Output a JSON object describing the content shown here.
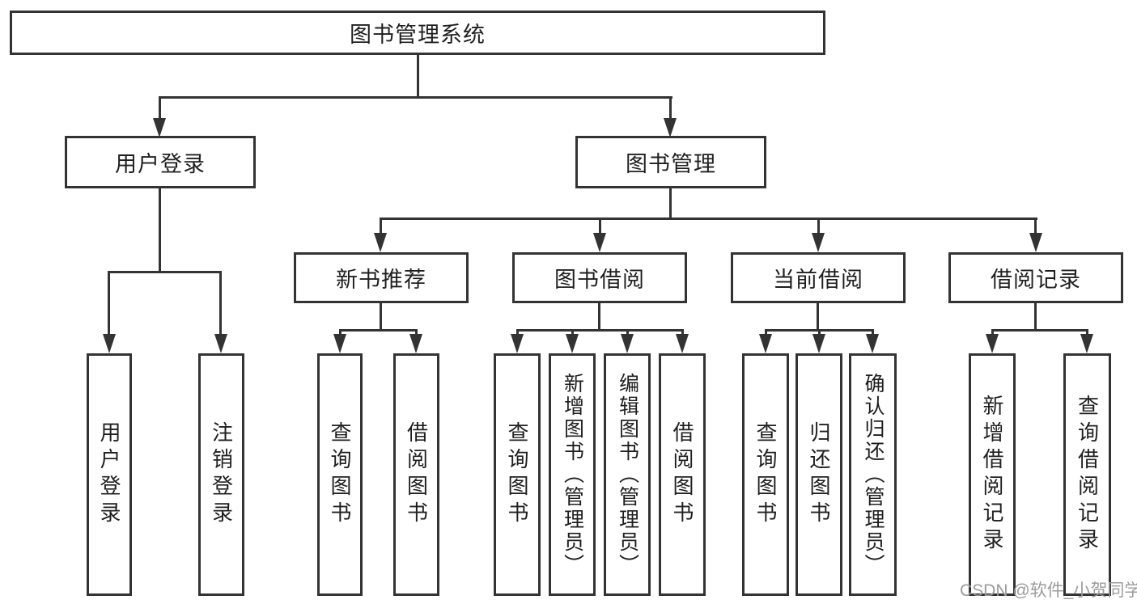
{
  "watermark": "CSDN @软件_小贺同学",
  "colors": {
    "line": "#333333",
    "box_border": "#333333",
    "box_bg": "#ffffff",
    "text": "#1f1f1f",
    "watermark_text": "#9c9c9c"
  },
  "diagram": {
    "type": "hierarchy",
    "title": "图书管理系统",
    "nodes": {
      "root": {
        "label": "图书管理系统"
      },
      "user_login": {
        "label": "用户登录"
      },
      "book_mgmt": {
        "label": "图书管理"
      },
      "user_login_leaf": {
        "label": "用户登录"
      },
      "logout_leaf": {
        "label": "注销登录"
      },
      "new_book_rec": {
        "label": "新书推荐"
      },
      "book_borrow": {
        "label": "图书借阅"
      },
      "current_borrow": {
        "label": "当前借阅"
      },
      "borrow_record": {
        "label": "借阅记录"
      },
      "rec_query_book": {
        "label": "查询图书"
      },
      "rec_borrow_book": {
        "label": "借阅图书"
      },
      "bb_query_book": {
        "label": "查询图书"
      },
      "bb_add_book": {
        "label": "新增图书（管理员）"
      },
      "bb_edit_book": {
        "label": "编辑图书（管理员）"
      },
      "bb_borrow_book": {
        "label": "借阅图书"
      },
      "cb_query_book": {
        "label": "查询图书"
      },
      "cb_return_book": {
        "label": "归还图书"
      },
      "cb_confirm_return": {
        "label": "确认归还（管理员）"
      },
      "br_add_record": {
        "label": "新增借阅记录"
      },
      "br_query_record": {
        "label": "查询借阅记录"
      }
    },
    "edges": [
      {
        "from": "root",
        "to": "user_login"
      },
      {
        "from": "root",
        "to": "book_mgmt"
      },
      {
        "from": "user_login",
        "to": "user_login_leaf"
      },
      {
        "from": "user_login",
        "to": "logout_leaf"
      },
      {
        "from": "book_mgmt",
        "to": "new_book_rec"
      },
      {
        "from": "book_mgmt",
        "to": "book_borrow"
      },
      {
        "from": "book_mgmt",
        "to": "current_borrow"
      },
      {
        "from": "book_mgmt",
        "to": "borrow_record"
      },
      {
        "from": "new_book_rec",
        "to": "rec_query_book"
      },
      {
        "from": "new_book_rec",
        "to": "rec_borrow_book"
      },
      {
        "from": "book_borrow",
        "to": "bb_query_book"
      },
      {
        "from": "book_borrow",
        "to": "bb_add_book"
      },
      {
        "from": "book_borrow",
        "to": "bb_edit_book"
      },
      {
        "from": "book_borrow",
        "to": "bb_borrow_book"
      },
      {
        "from": "current_borrow",
        "to": "cb_query_book"
      },
      {
        "from": "current_borrow",
        "to": "cb_return_book"
      },
      {
        "from": "current_borrow",
        "to": "cb_confirm_return"
      },
      {
        "from": "borrow_record",
        "to": "br_add_record"
      },
      {
        "from": "borrow_record",
        "to": "br_query_record"
      }
    ]
  }
}
